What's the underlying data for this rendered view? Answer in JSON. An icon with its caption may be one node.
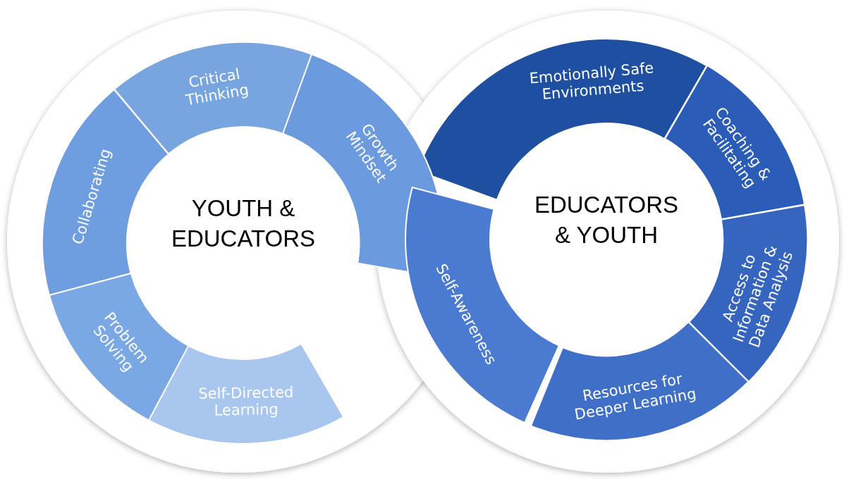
{
  "diagram": {
    "nodes": [
      {
        "text": [
          "YOUTH & EDUCATORS"
        ]
      },
      {
        "text": [
          "Critical Thinking"
        ]
      },
      {
        "text": [
          "Growth Mindset"
        ]
      },
      {
        "text": [
          "Collaborating"
        ]
      },
      {
        "text": [
          "Problem Solving"
        ]
      },
      {
        "text": [
          "Self-Directed Learning"
        ]
      },
      {
        "text": [
          "Emotionally Safe Environments"
        ]
      },
      {
        "text": [
          "Coaching & Facilitating"
        ]
      },
      {
        "text": [
          "Access to Information & Data Analysis"
        ]
      },
      {
        "text": [
          "Resources for Deeper Learning"
        ]
      },
      {
        "text": [
          "Self-Awareness"
        ]
      },
      {
        "text": [
          "EDUCATORS & YOUTH"
        ]
      }
    ]
  }
}
